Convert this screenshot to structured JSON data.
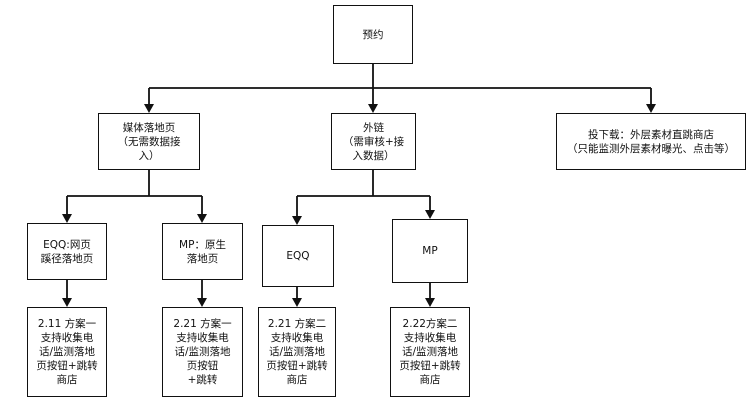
{
  "diagram": {
    "root": {
      "text": "预约"
    },
    "media_landing": {
      "text": "媒体落地页\n（无需数据接\n入）"
    },
    "outlink": {
      "text": "外链\n（需审核+接\n入数据）"
    },
    "download": {
      "text": "投下载：外层素材直跳商店\n（只能监测外层素材曝光、点击等）"
    },
    "eqq_web": {
      "text": "EQQ:网页\n蹊径落地页"
    },
    "mp_native": {
      "text": "MP：原生\n落地页"
    },
    "eqq": {
      "text": "EQQ"
    },
    "mp": {
      "text": "MP"
    },
    "plan_211": {
      "text": "2.11 方案一\n支持收集电\n话/监测落地\n页按钮+跳转\n商店"
    },
    "plan_221a": {
      "text": "2.21 方案一\n支持收集电\n话/监测落地\n页按钮\n+跳转"
    },
    "plan_221b": {
      "text": "2.21 方案二\n支持收集电\n话/监测落地\n页按钮+跳转\n商店"
    },
    "plan_222": {
      "text": "2.22方案二\n支持收集电\n话/监测落地\n页按钮+跳转\n商店"
    }
  }
}
